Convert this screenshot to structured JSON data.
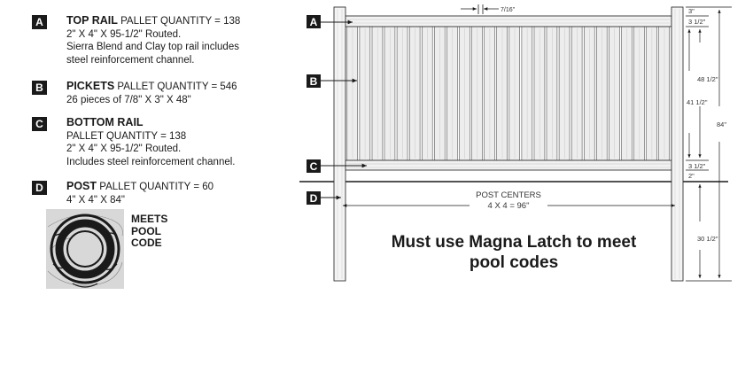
{
  "specs": [
    {
      "letter": "A",
      "title": "TOP RAIL",
      "detail": "PALLET QUANTITY = 138",
      "lines": [
        "2\" X 4\" X 95-1/2\" Routed.",
        "Sierra Blend and Clay top rail includes",
        "steel reinforcement channel."
      ]
    },
    {
      "letter": "B",
      "title": "PICKETS",
      "detail": "PALLET QUANTITY = 546",
      "lines": [
        "26 pieces of 7/8\" X 3\" X 48\""
      ]
    },
    {
      "letter": "C",
      "title": "BOTTOM RAIL",
      "detail": "",
      "lines": [
        "PALLET QUANTITY = 138",
        "2\" X 4\" X 95-1/2\" Routed.",
        "Includes steel reinforcement channel."
      ]
    },
    {
      "letter": "D",
      "title": "POST",
      "detail": "PALLET QUANTITY = 60",
      "lines": [
        "4\" X 4\" X 84\""
      ]
    }
  ],
  "seal": {
    "lines": [
      "MEETS",
      "POOL",
      "CODE"
    ]
  },
  "diagram": {
    "callouts": [
      "A",
      "B",
      "C",
      "D"
    ],
    "picket_gap": "7/16\"",
    "dim_3": "3\"",
    "dim_3_half_top": "3 1/2\"",
    "dim_48_half": "48 1/2\"",
    "dim_41_half": "41 1/2\"",
    "dim_84": "84\"",
    "dim_3_half_bottom": "3 1/2\"",
    "dim_2": "2\"",
    "dim_30_half": "30 1/2\"",
    "post_centers_label": "POST CENTERS",
    "post_centers_value": "4 X 4 = 96\""
  },
  "note": {
    "lines": [
      "Must use Magna Latch to meet",
      "pool codes"
    ]
  }
}
